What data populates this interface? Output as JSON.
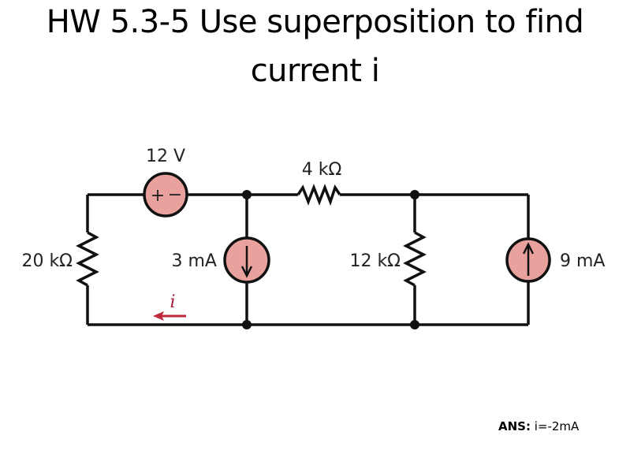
{
  "title": {
    "line1": "HW 5.3-5 Use superposition to find",
    "line2": "current i"
  },
  "circuit": {
    "voltage_source": {
      "label": "12 V",
      "plus": "+",
      "minus": "−"
    },
    "resistor_top": {
      "label": "4 kΩ"
    },
    "resistor_left": {
      "label": "20 kΩ"
    },
    "current_source_left": {
      "label": "3 mA",
      "direction": "down"
    },
    "resistor_mid": {
      "label": "12 kΩ"
    },
    "current_source_right": {
      "label": "9 mA",
      "direction": "up"
    },
    "current_label": {
      "label": "i",
      "direction": "left"
    }
  },
  "answer": {
    "prefix": "ANS:",
    "value": " i=-2mA"
  },
  "colors": {
    "wire": "#111111",
    "source_fill": "#e8a19c",
    "current_arrow": "#c0283a"
  }
}
